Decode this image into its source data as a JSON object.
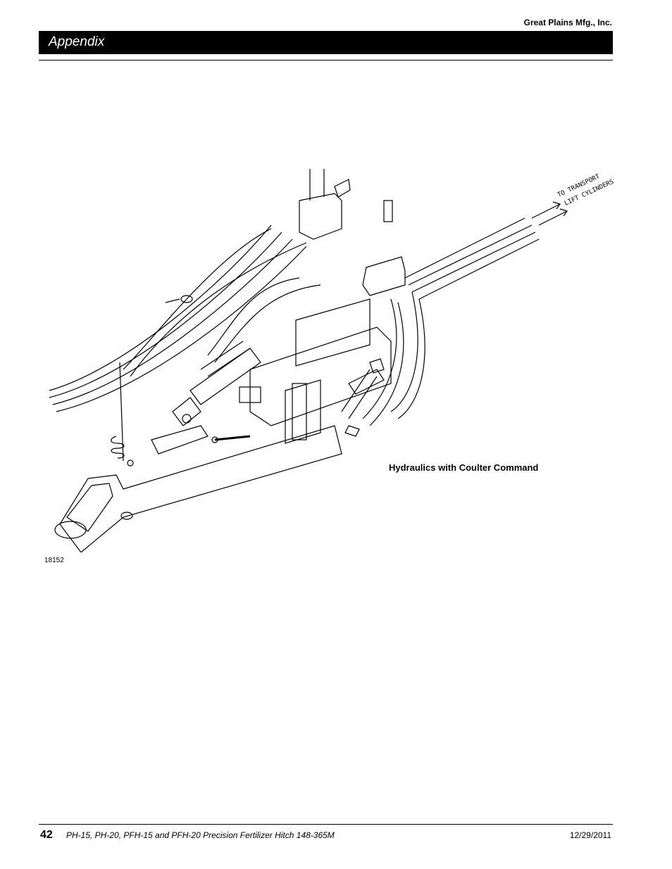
{
  "header": {
    "company": "Great Plains Mfg., Inc.",
    "section": "Appendix"
  },
  "figure": {
    "callout_line1": "TO TRANSPORT",
    "callout_line2": "LIFT CYLINDERS",
    "caption": "Hydraulics with Coulter Command",
    "figure_id": "18152"
  },
  "footer": {
    "page_number": "42",
    "document_title": "PH-15, PH-20, PFH-15 and PFH-20 Precision Fertilizer Hitch   148-365M",
    "date": "12/29/2011"
  }
}
